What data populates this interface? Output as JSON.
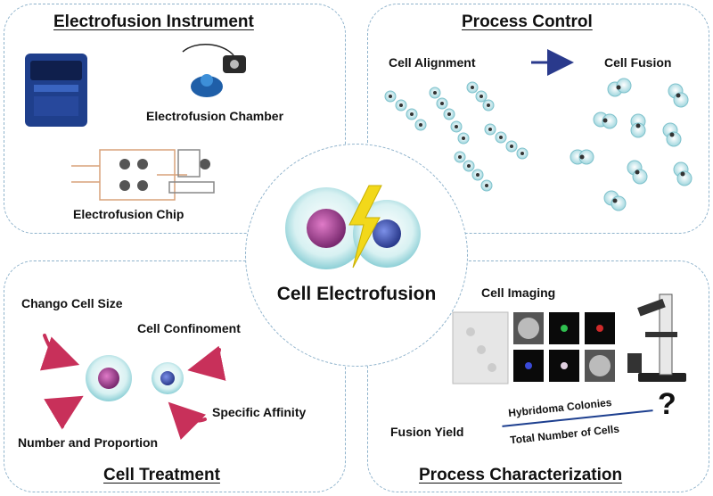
{
  "center": {
    "title": "Cell Electrofusion"
  },
  "instrument": {
    "title": "Electrofusion Instrument",
    "chamber_label": "Electrofusion Chamber",
    "chip_label": "Electrofusion Chip"
  },
  "process_control": {
    "title": "Process Control",
    "alignment_label": "Cell Alignment",
    "fusion_label": "Cell Fusion"
  },
  "treatment": {
    "title": "Cell Treatment",
    "items": [
      "Chango Cell Size",
      "Cell Confinoment",
      "Specific Affinity",
      "Number and Proportion"
    ]
  },
  "characterization": {
    "title": "Process Characterization",
    "imaging_label": "Cell Imaging",
    "yield_label": "Fusion Yield",
    "numerator": "Hybridoma Colonies",
    "denominator": "Total Number of Cells",
    "question_mark": "?"
  },
  "colors": {
    "border": "#8fb3cc",
    "cell_outer": "#bfe7ea",
    "nucleus_magenta": "#a03c8c",
    "nucleus_blue": "#3d4fa8",
    "lightning": "#f2d81a",
    "arrow_red": "#c8305a",
    "instrument_blue": "#1f3f8c"
  },
  "icons": [
    "lightning-icon",
    "curved-arrow-icon",
    "question-icon",
    "microscope-icon"
  ]
}
